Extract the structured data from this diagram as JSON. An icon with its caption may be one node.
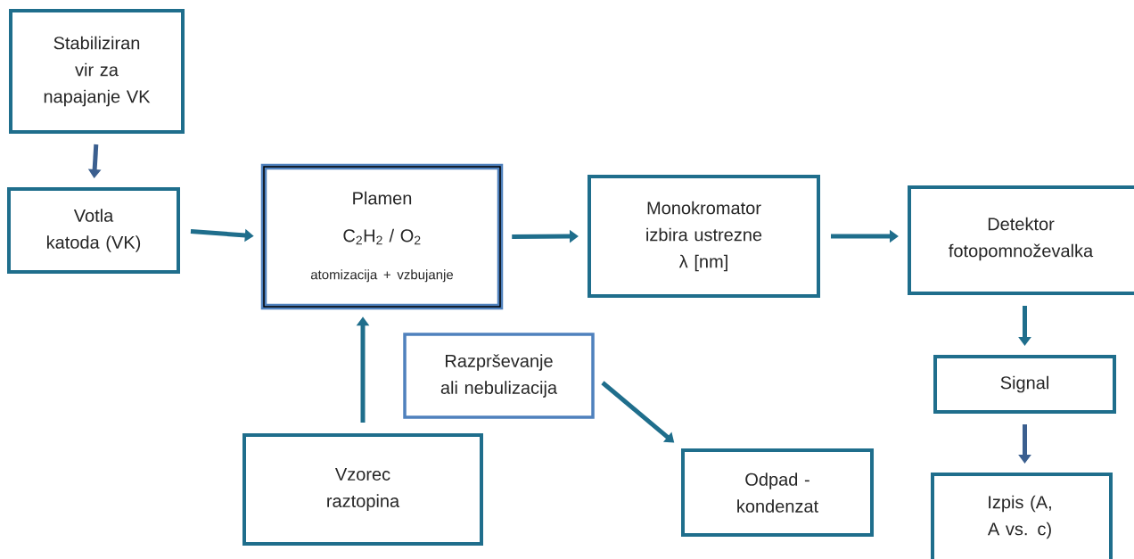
{
  "diagram": {
    "nodes": [
      {
        "text": [
          "Stabiliziran vir za napajanje VK"
        ]
      },
      {
        "text": [
          "Votla katoda (VK)"
        ]
      },
      {
        "text": [
          "Plamen",
          "C$_{2}$H$_{2}$ / O$_{2}$",
          "atomizacija  + vzbujanje"
        ]
      },
      {
        "text": [
          "Monokromator izbira ustrezne λ [nm]"
        ]
      },
      {
        "text": [
          "Detektor fotopomnoževalka"
        ]
      },
      {
        "text": [
          "Razprševanje ali nebulizacija"
        ]
      },
      {
        "text": [
          "Vzorec raztopina"
        ]
      },
      {
        "text": [
          "Odpad - kondenzat"
        ]
      },
      {
        "text": [
          "Signal"
        ]
      },
      {
        "text": [
          "Izpis (A, A vs. c)"
        ]
      }
    ],
    "edges": [
      {
        "from": 0,
        "to": 1,
        "arrow": "to",
        "color": "#3b5f8f"
      },
      {
        "from": 1,
        "to": 2,
        "arrow": "to"
      },
      {
        "from": 2,
        "to": 3,
        "arrow": "to"
      },
      {
        "from": 3,
        "to": 4,
        "arrow": "to"
      },
      {
        "from": 6,
        "to": 2,
        "arrow": "to"
      },
      {
        "from": 5,
        "to": 7,
        "arrow": "to"
      },
      {
        "from": 4,
        "to": 8,
        "arrow": "to"
      },
      {
        "from": 8,
        "to": 9,
        "arrow": "to",
        "color": "#3b5f8f"
      }
    ]
  }
}
